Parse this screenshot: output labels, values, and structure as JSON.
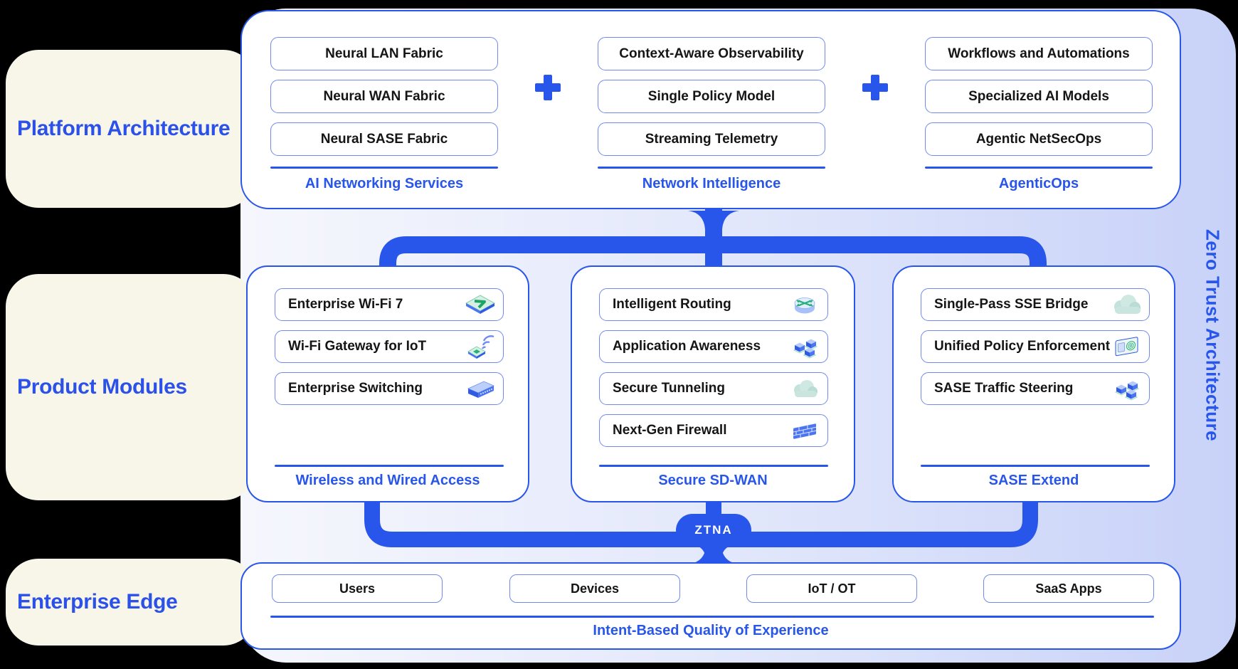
{
  "colors": {
    "accent_blue": "#2856EA",
    "box_border_blue": "#7189EF",
    "cream": "#F7F6E9",
    "lavender": "#C8D2F8",
    "background_black": "#000000",
    "text_dark": "#151515",
    "badge_text": "#FFFFFF"
  },
  "left_labels": {
    "platform": "Platform Architecture",
    "product": "Product Modules",
    "edge": "Enterprise Edge"
  },
  "right_label": "Zero Trust Architecture",
  "platform": {
    "plus": "+",
    "columns": [
      {
        "label": "AI Networking Services",
        "items": [
          "Neural LAN Fabric",
          "Neural WAN Fabric",
          "Neural SASE Fabric"
        ]
      },
      {
        "label": "Network Intelligence",
        "items": [
          "Context-Aware Observability",
          "Single Policy Model",
          "Streaming Telemetry"
        ]
      },
      {
        "label": "AgenticOps",
        "items": [
          "Workflows and Automations",
          "Specialized AI Models",
          "Agentic NetSecOps"
        ]
      }
    ]
  },
  "modules": [
    {
      "label": "Wireless and Wired Access",
      "items": [
        {
          "label": "Enterprise Wi-Fi 7",
          "icon": "wifi7-access-point-icon"
        },
        {
          "label": "Wi-Fi Gateway for IoT",
          "icon": "iot-gateway-icon"
        },
        {
          "label": "Enterprise Switching",
          "icon": "network-switch-icon"
        }
      ]
    },
    {
      "label": "Secure SD-WAN",
      "items": [
        {
          "label": "Intelligent Routing",
          "icon": "router-icon"
        },
        {
          "label": "Application Awareness",
          "icon": "app-cubes-icon"
        },
        {
          "label": "Secure Tunneling",
          "icon": "cloud-icon"
        },
        {
          "label": "Next-Gen Firewall",
          "icon": "firewall-icon"
        }
      ]
    },
    {
      "label": "SASE Extend",
      "items": [
        {
          "label": "Single-Pass SSE Bridge",
          "icon": "cloud-icon"
        },
        {
          "label": "Unified Policy Enforcement",
          "icon": "policy-card-icon"
        },
        {
          "label": "SASE Traffic Steering",
          "icon": "app-cubes-icon"
        }
      ]
    }
  ],
  "ztna_badge": "ZTNA",
  "edge": {
    "items": [
      "Users",
      "Devices",
      "IoT / OT",
      "SaaS Apps"
    ],
    "label": "Intent-Based Quality of Experience"
  }
}
